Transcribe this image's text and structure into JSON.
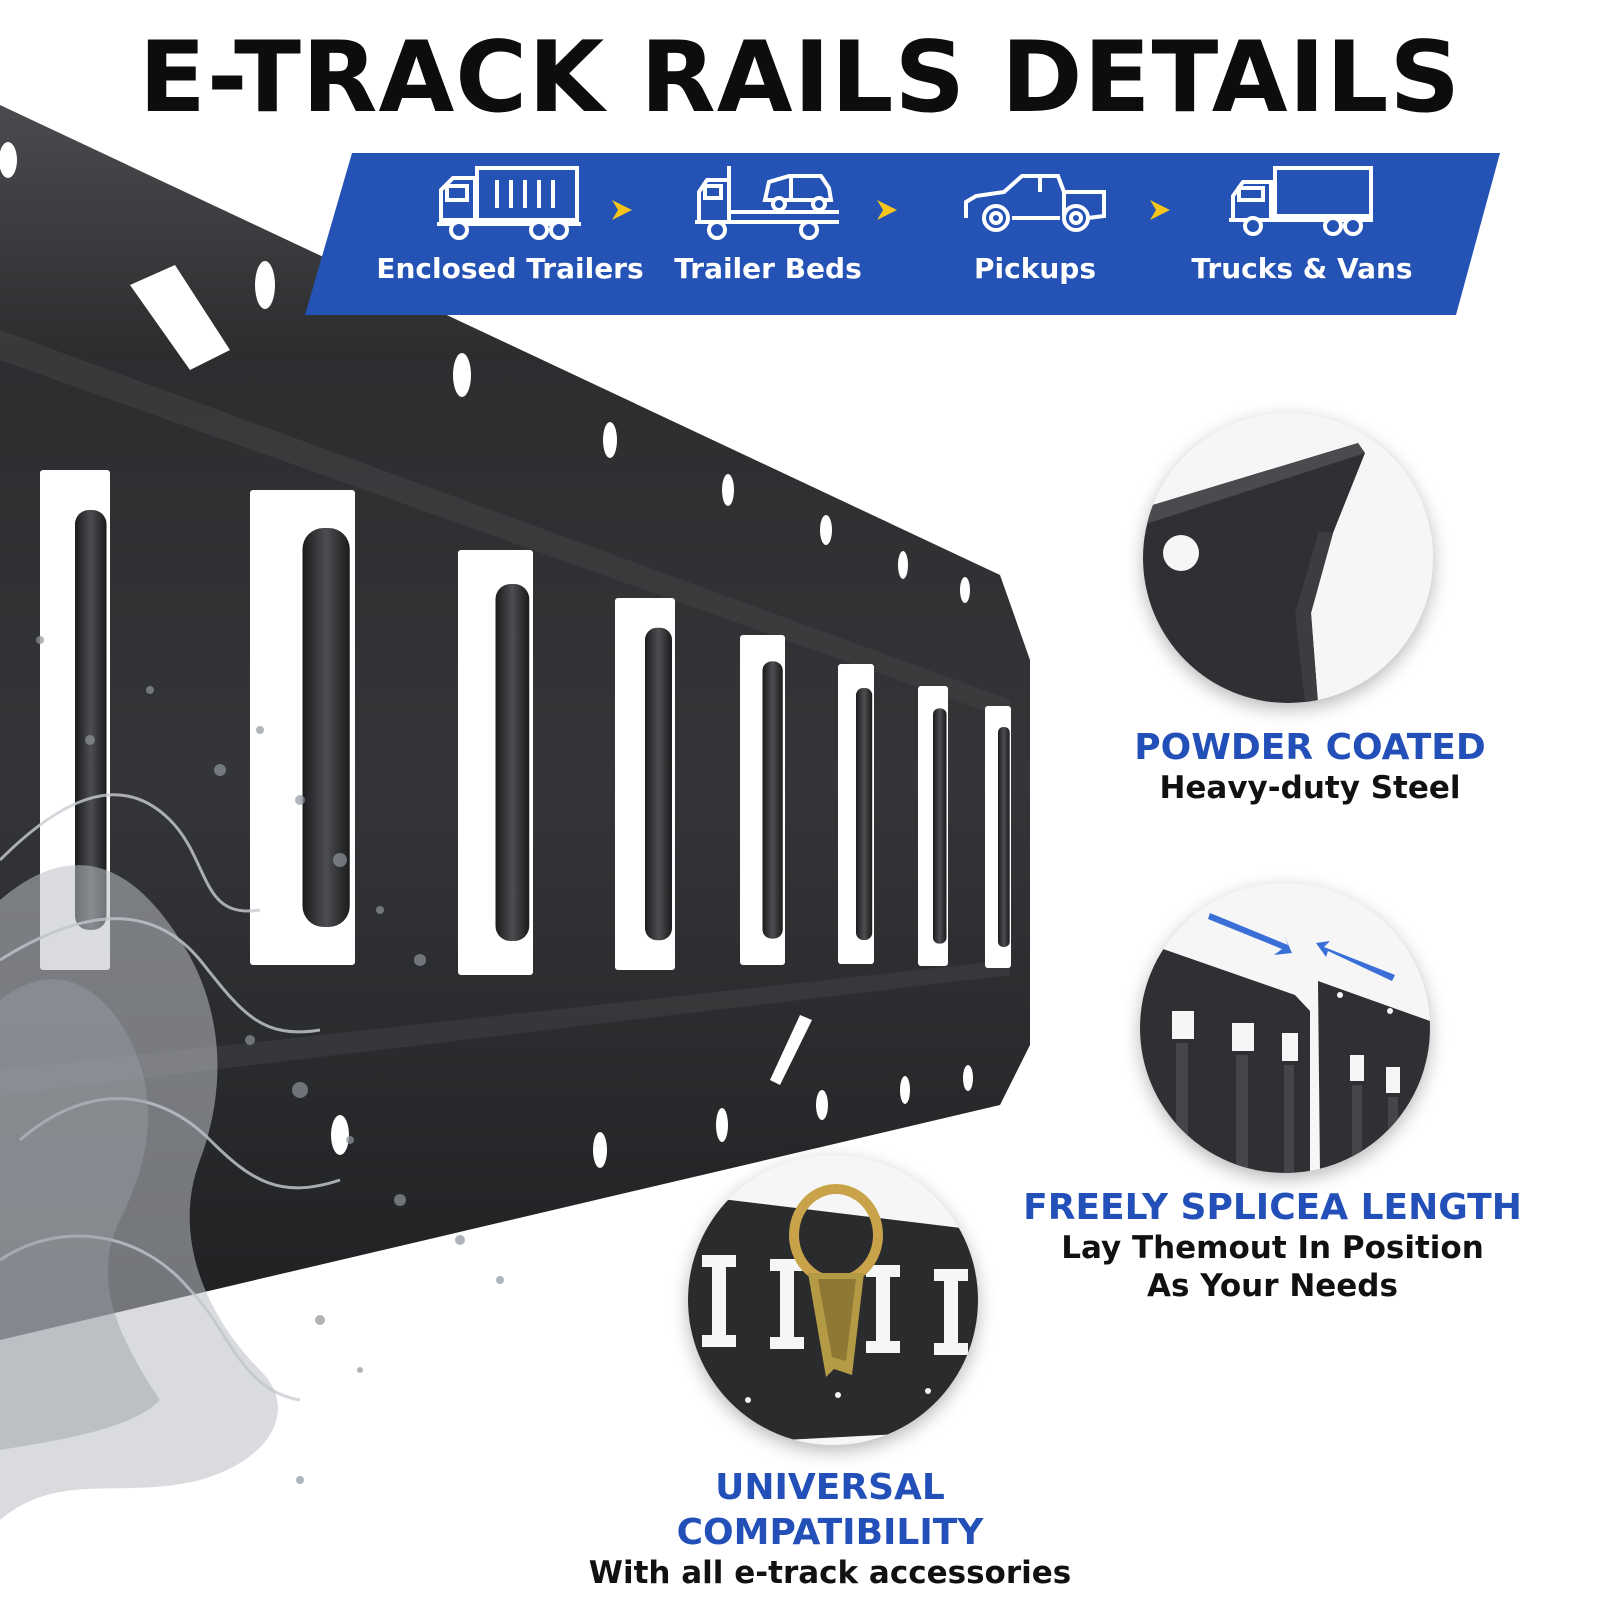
{
  "page": {
    "title": "E-TRACK RAILS DETAILS"
  },
  "colors": {
    "banner": "#2452b5",
    "accent_blue": "#2250b8",
    "arrow": "#f5c51b",
    "rail": "#2e2f31",
    "text_dark": "#111111"
  },
  "applications": [
    {
      "label": "Enclosed Trailers",
      "icon": "enclosed-trailer-icon"
    },
    {
      "label": "Trailer Beds",
      "icon": "flatbed-trailer-icon"
    },
    {
      "label": "Pickups",
      "icon": "pickup-truck-icon"
    },
    {
      "label": "Trucks & Vans",
      "icon": "box-truck-icon"
    }
  ],
  "features": [
    {
      "title": "POWDER COATED",
      "desc_lines": [
        "Heavy-duty Steel"
      ]
    },
    {
      "title": "FREELY SPLICEA LENGTH",
      "desc_lines": [
        "Lay Themout In Position",
        "As Your Needs"
      ]
    },
    {
      "title": "UNIVERSAL COMPATIBILITY",
      "desc_lines": [
        "With all e-track accessories"
      ]
    }
  ]
}
